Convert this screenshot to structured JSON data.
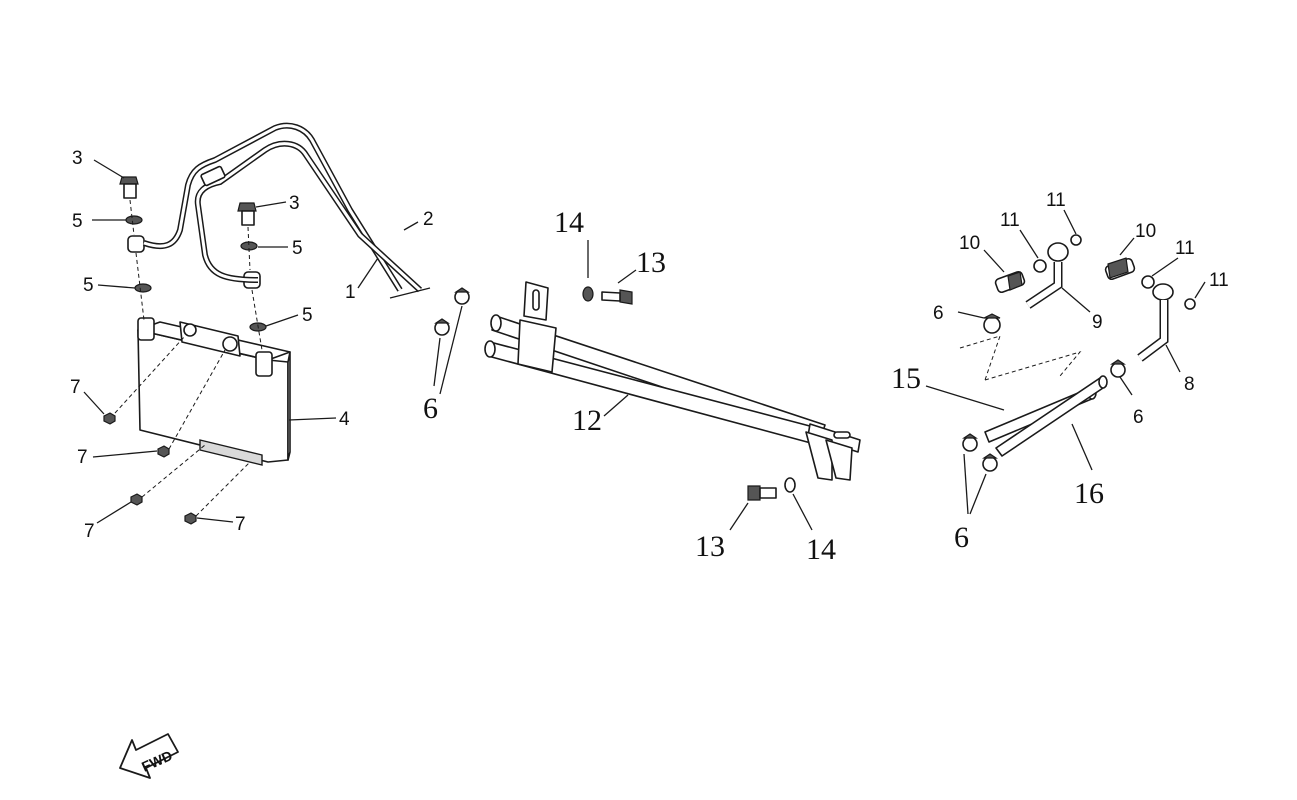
{
  "labels": {
    "l1": "1",
    "l2": "2",
    "l3a": "3",
    "l3b": "3",
    "l4": "4",
    "l5a": "5",
    "l5b": "5",
    "l5c": "5",
    "l5d": "5",
    "l6a": "6",
    "l6b": "6",
    "l6c": "6",
    "l6d": "6",
    "l7a": "7",
    "l7b": "7",
    "l7c": "7",
    "l7d": "7",
    "l8": "8",
    "l9": "9",
    "l10a": "10",
    "l10b": "10",
    "l11a": "11",
    "l11b": "11",
    "l11c": "11",
    "l11d": "11",
    "l12": "12",
    "l13a": "13",
    "l13b": "13",
    "l14a": "14",
    "l14b": "14",
    "l15": "15",
    "l16": "16"
  },
  "fwd_badge": "FWD",
  "icons": {
    "fwd": "fwd-arrow-icon"
  }
}
